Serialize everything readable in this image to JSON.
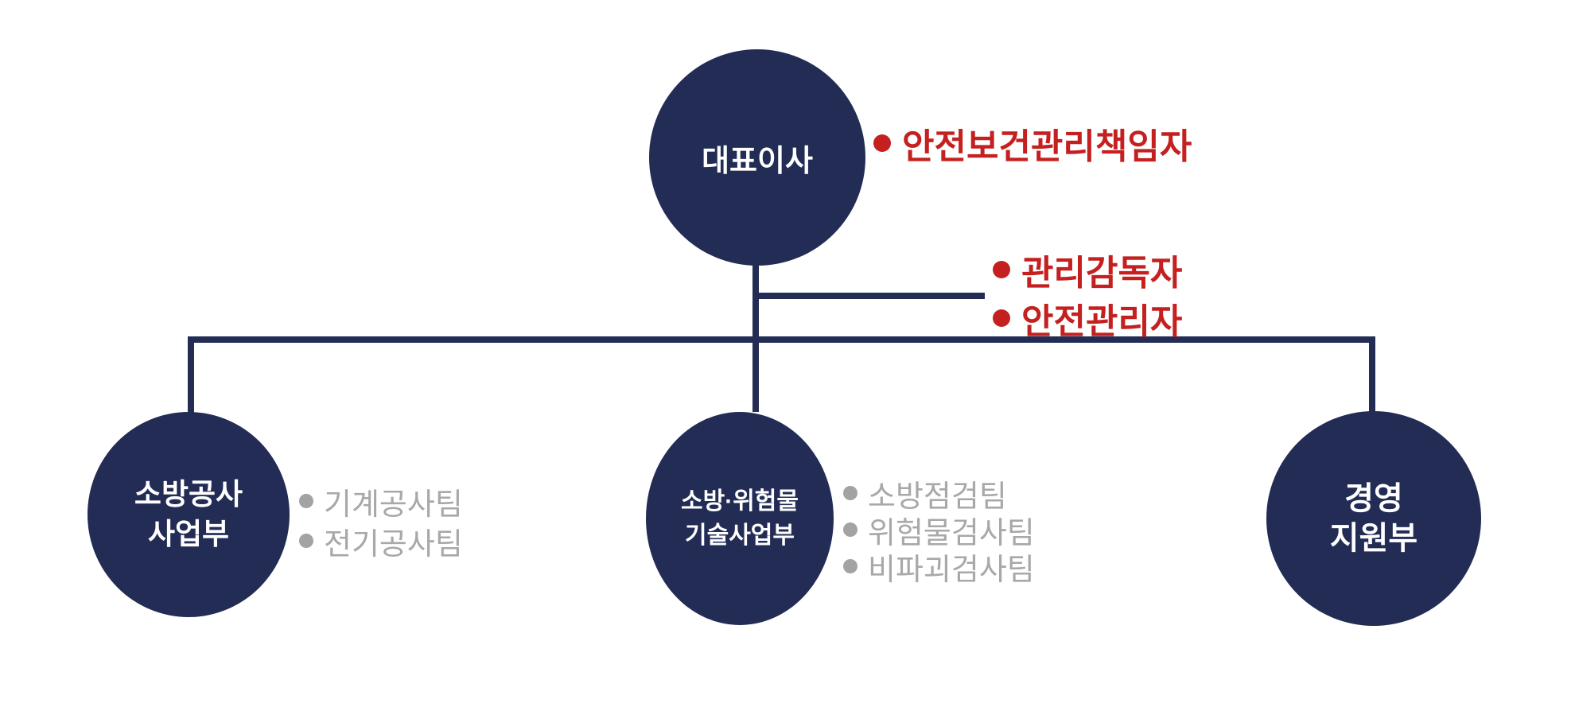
{
  "diagram": {
    "type": "org-chart",
    "colors": {
      "node_fill": "#222c55",
      "connector": "#222c55",
      "node_text": "#ffffff",
      "role_red": "#c52020",
      "team_gray": "#a8a8a8"
    },
    "root": {
      "label": "대표이사",
      "role": "안전보건관리책임자"
    },
    "line_roles": [
      {
        "label": "관리감독자"
      },
      {
        "label": "안전관리자"
      }
    ],
    "departments": [
      {
        "line1": "소방공사",
        "line2": "사업부",
        "teams": [
          "기계공사팀",
          "전기공사팀"
        ]
      },
      {
        "line1": "소방·위험물",
        "line2": "기술사업부",
        "teams": [
          "소방점검팀",
          "위험물검사팀",
          "비파괴검사팀"
        ]
      },
      {
        "line1": "경영",
        "line2": "지원부",
        "teams": []
      }
    ]
  }
}
